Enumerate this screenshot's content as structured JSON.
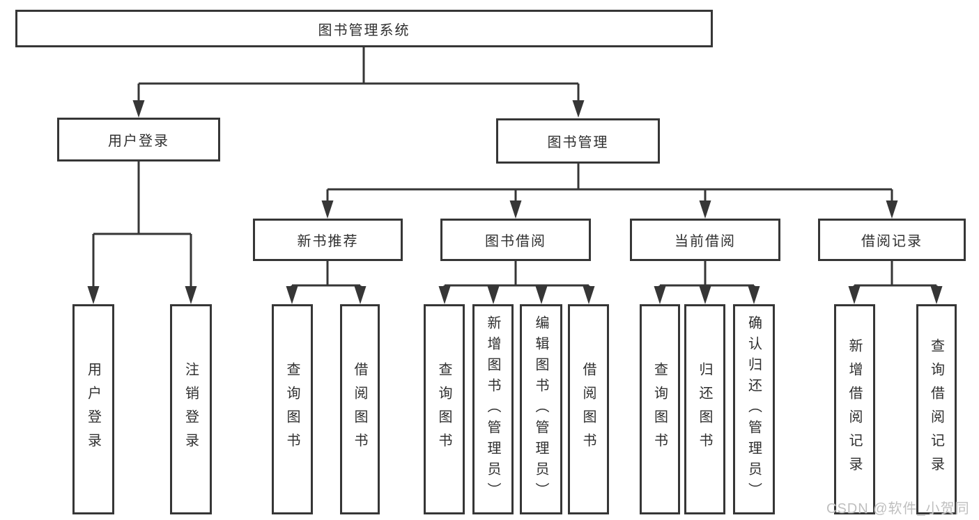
{
  "tree": {
    "root": {
      "label": "图书管理系统"
    },
    "branches": [
      {
        "label": "用户登录",
        "leaves": [
          {
            "label": "用户登录"
          },
          {
            "label": "注销登录"
          }
        ]
      },
      {
        "label": "图书管理",
        "groups": [
          {
            "label": "新书推荐",
            "leaves": [
              {
                "label": "查询图书"
              },
              {
                "label": "借阅图书"
              }
            ]
          },
          {
            "label": "图书借阅",
            "leaves": [
              {
                "label": "查询图书"
              },
              {
                "label": "新增图书（管理员）"
              },
              {
                "label": "编辑图书（管理员）"
              },
              {
                "label": "借阅图书"
              }
            ]
          },
          {
            "label": "当前借阅",
            "leaves": [
              {
                "label": "查询图书"
              },
              {
                "label": "归还图书"
              },
              {
                "label": "确认归还（管理员）"
              }
            ]
          },
          {
            "label": "借阅记录",
            "leaves": [
              {
                "label": "新增借阅记录"
              },
              {
                "label": "查询借阅记录"
              }
            ]
          }
        ]
      }
    ]
  },
  "watermark": {
    "text": "CSDN @软件_小贺同学"
  },
  "colors": {
    "line": "#363636",
    "box_border": "#363636",
    "text": "#2f2f2f",
    "watermark": "#bfbfbf",
    "background": "#ffffff"
  }
}
